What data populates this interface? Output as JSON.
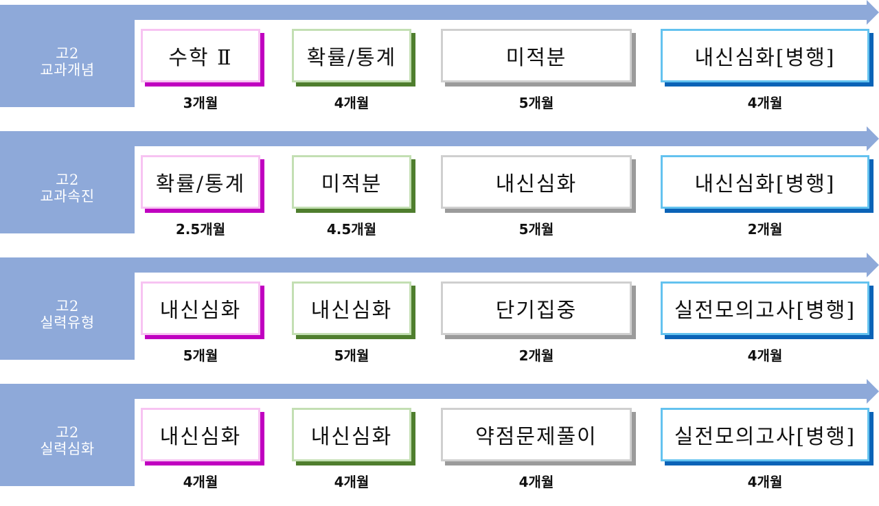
{
  "colors": {
    "arrow": "#8ea9d9",
    "label_box": "#8ea9d9",
    "card_pink_shadow": "#c000c0",
    "card_green_shadow": "#4f7e2e",
    "card_gray_shadow": "#9b9b9b",
    "card_blue_shadow": "#0b63b7"
  },
  "tracks": [
    {
      "grade": "고2",
      "course": "교과개념",
      "steps": [
        {
          "title": "수학 Ⅱ",
          "duration": "3개월"
        },
        {
          "title": "확률/통계",
          "duration": "4개월"
        },
        {
          "title": "미적분",
          "duration": "5개월"
        },
        {
          "title": "내신심화[병행]",
          "duration": "4개월"
        }
      ]
    },
    {
      "grade": "고2",
      "course": "교과속진",
      "steps": [
        {
          "title": "확률/통계",
          "duration": "2.5개월"
        },
        {
          "title": "미적분",
          "duration": "4.5개월"
        },
        {
          "title": "내신심화",
          "duration": "5개월"
        },
        {
          "title": "내신심화[병행]",
          "duration": "2개월"
        }
      ]
    },
    {
      "grade": "고2",
      "course": "실력유형",
      "steps": [
        {
          "title": "내신심화",
          "duration": "5개월"
        },
        {
          "title": "내신심화",
          "duration": "5개월"
        },
        {
          "title": "단기집중",
          "duration": "2개월"
        },
        {
          "title": "실전모의고사[병행]",
          "duration": "4개월"
        }
      ]
    },
    {
      "grade": "고2",
      "course": "실력심화",
      "steps": [
        {
          "title": "내신심화",
          "duration": "4개월"
        },
        {
          "title": "내신심화",
          "duration": "4개월"
        },
        {
          "title": "약점문제풀이",
          "duration": "4개월"
        },
        {
          "title": "실전모의고사[병행]",
          "duration": "4개월"
        }
      ]
    }
  ]
}
